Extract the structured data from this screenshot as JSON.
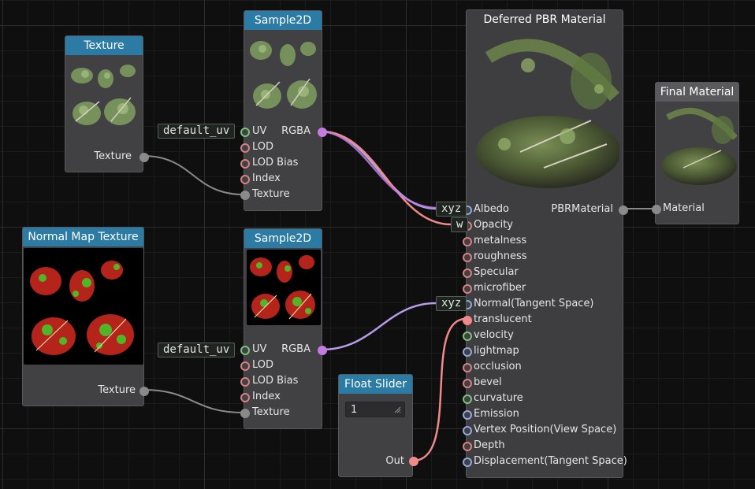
{
  "texture_node": {
    "title": "Texture",
    "output_label": "Texture"
  },
  "sample_top": {
    "title": "Sample2D",
    "uv_value": "default_uv",
    "inputs": [
      "UV",
      "LOD",
      "LOD Bias",
      "Index",
      "Texture"
    ],
    "output_label": "RGBA"
  },
  "normal_node": {
    "title": "Normal Map Texture",
    "output_label": "Texture"
  },
  "sample_bottom": {
    "title": "Sample2D",
    "uv_value": "default_uv",
    "inputs": [
      "UV",
      "LOD",
      "LOD Bias",
      "Index",
      "Texture"
    ],
    "output_label": "RGBA"
  },
  "float_slider": {
    "title": "Float Slider",
    "value": "1",
    "output_label": "Out"
  },
  "pbr_node": {
    "title": "Deferred PBR Material",
    "output_label": "PBRMaterial",
    "inputs": [
      "Albedo",
      "Opacity",
      "metalness",
      "roughness",
      "Specular",
      "microfiber",
      "Normal(Tangent Space)",
      "translucent",
      "velocity",
      "lightmap",
      "occlusion",
      "bevel",
      "curvature",
      "Emission",
      "Vertex Position(View Space)",
      "Depth",
      "Displacement(Tangent Space)"
    ],
    "swizzles": {
      "albedo": "xyz",
      "opacity": "w",
      "normal": "xyz"
    }
  },
  "final_node": {
    "title": "Final Material",
    "input_label": "Material"
  },
  "colors": {
    "title_blue": "#2b7ba5",
    "node_body": "#414144",
    "wire_purple": "#c47be0",
    "wire_blue": "#9fb0ea",
    "wire_grey": "#8a8a8a",
    "wire_salmon": "#f08a8a"
  }
}
